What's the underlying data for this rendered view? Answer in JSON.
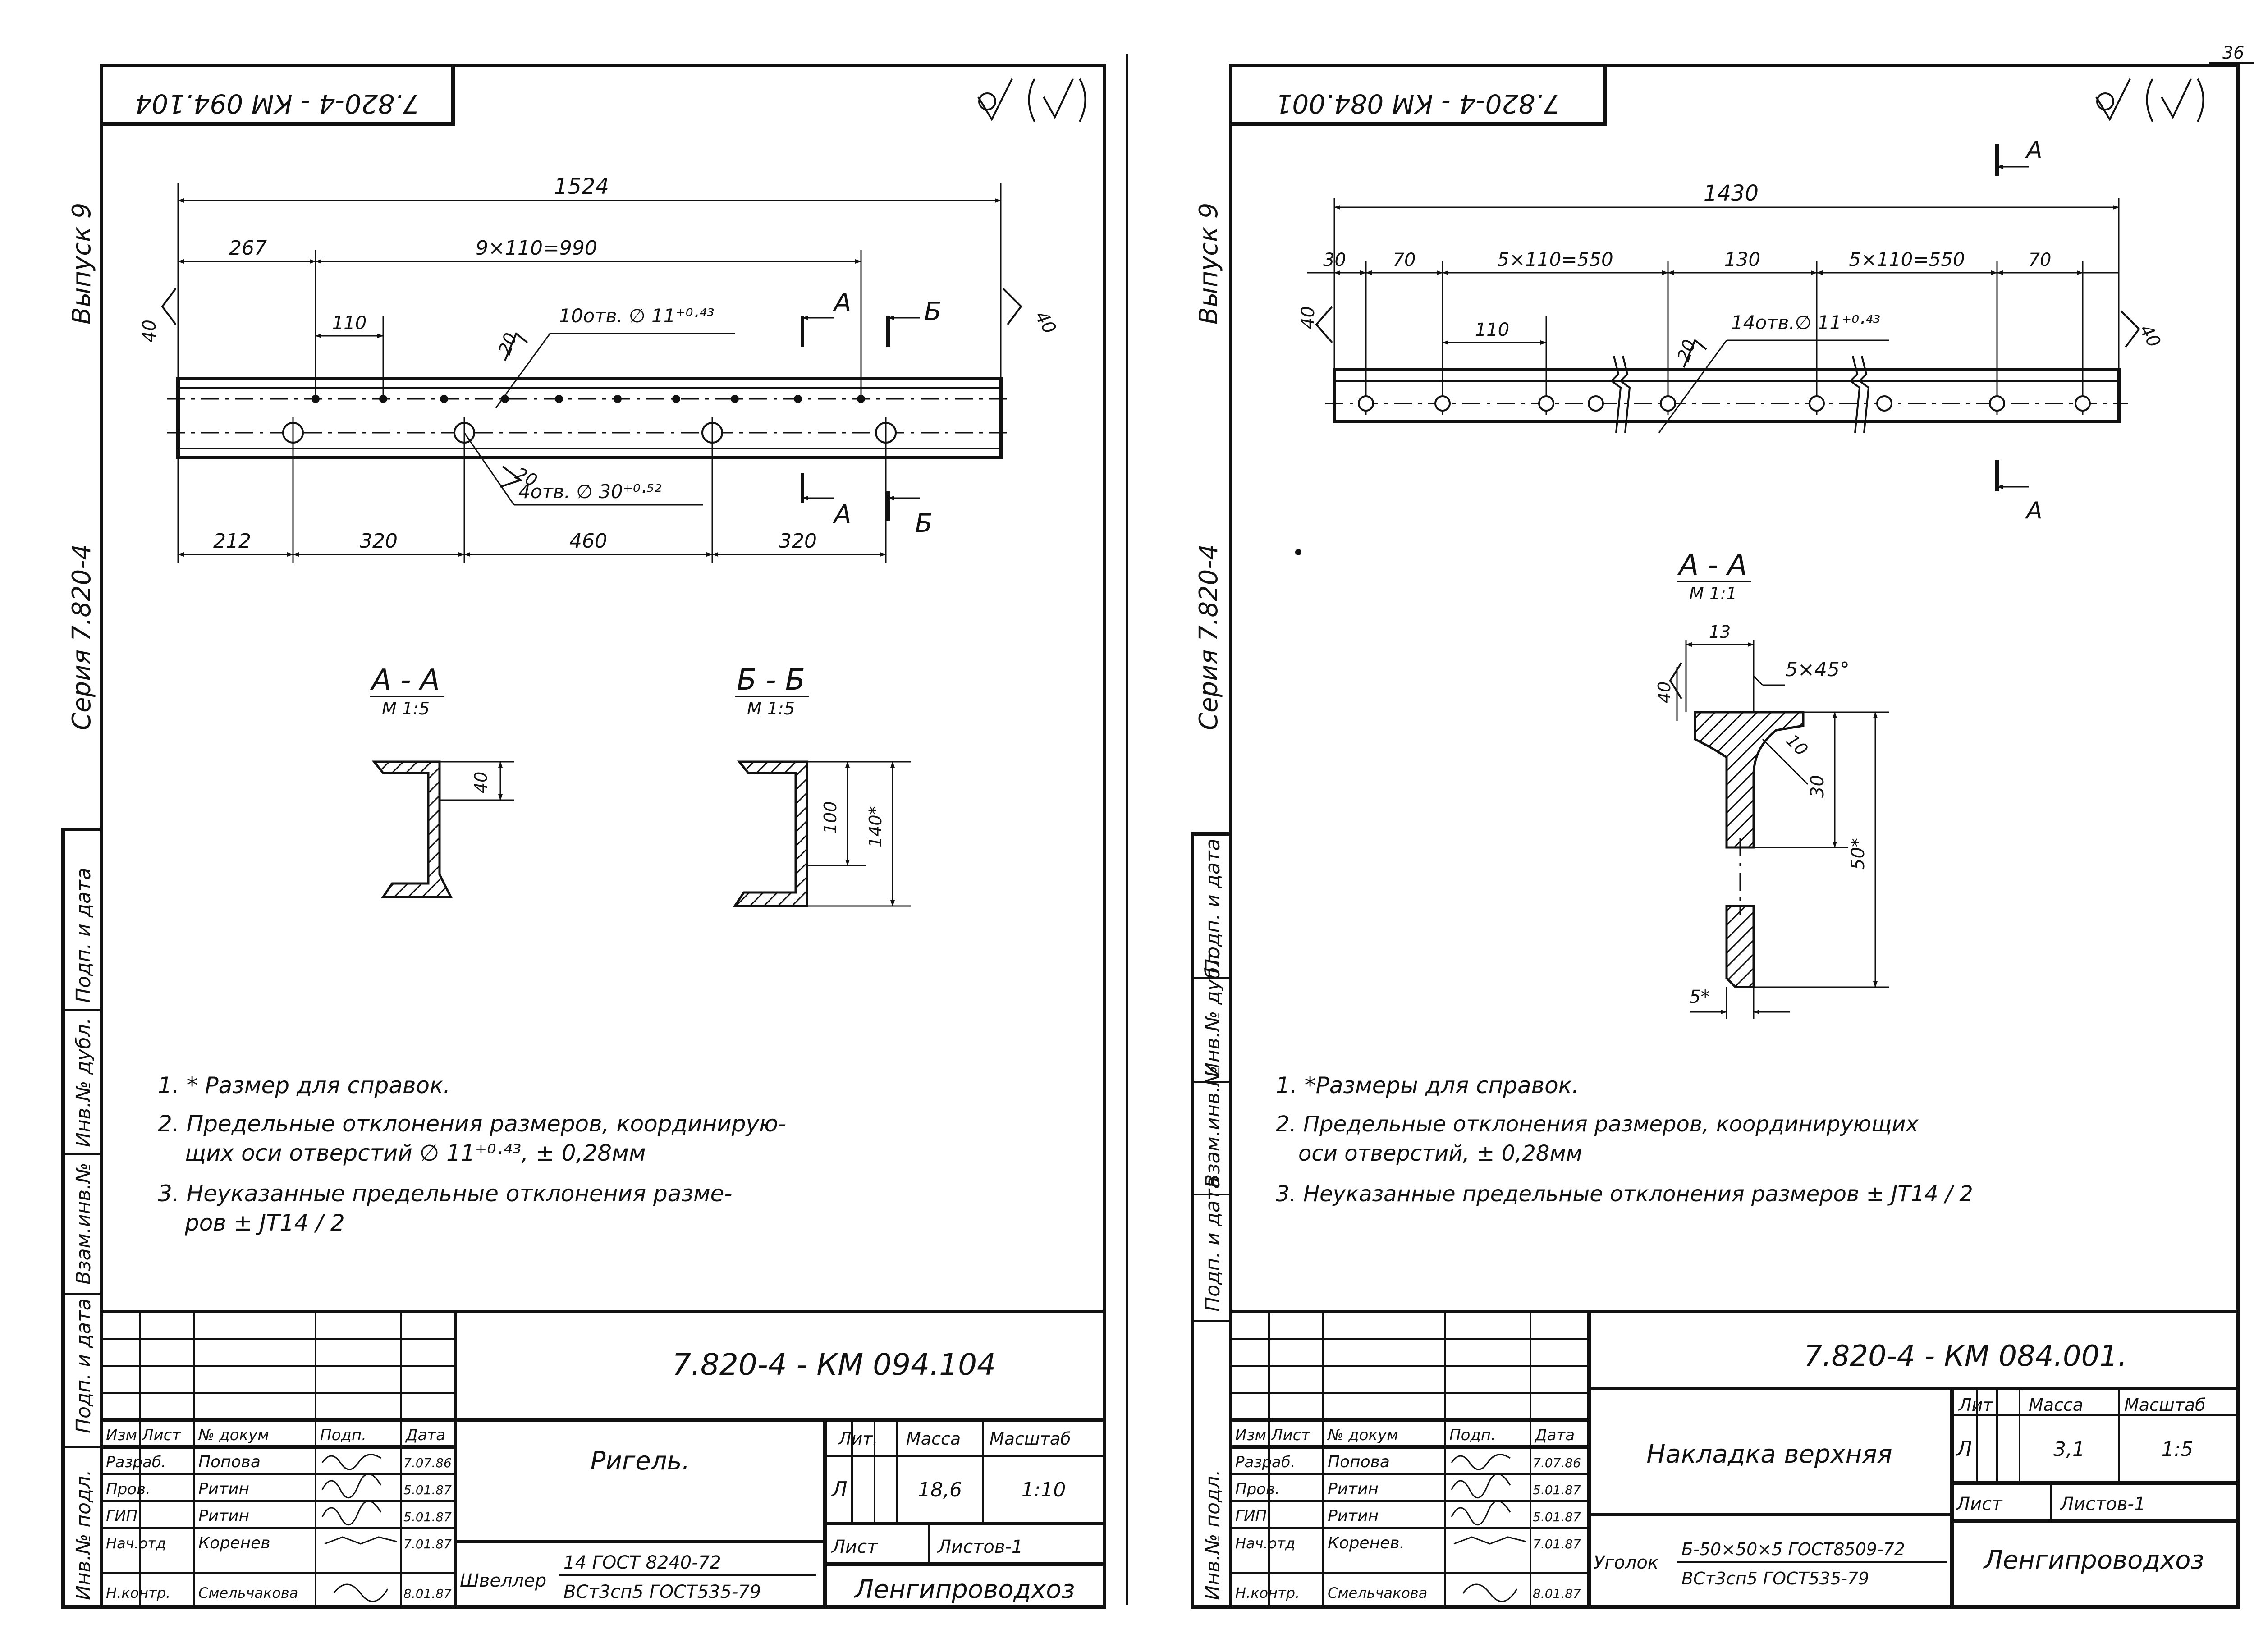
{
  "page_number": "36",
  "left_sheet": {
    "stamp_number_mirrored": "7.820-4 - КМ 094.104",
    "series_label": "Серия 7.820-4",
    "issue_label": "Выпуск 9",
    "side_labels": [
      "Инв.№ подл.",
      "Подп. и дата",
      "Взам.инв.№",
      "Инв.№ дубл.",
      "Подп. и дата"
    ],
    "dims": {
      "overall": "1524",
      "left_offset": "267",
      "hole_chain": "9×110=990",
      "pitch": "110",
      "edge_small": "40",
      "edge_right": "40",
      "edge_20_top": "20",
      "edge_20_bottom": "20",
      "bottom_212": "212",
      "bottom_320a": "320",
      "bottom_460": "460",
      "bottom_320b": "320"
    },
    "callouts": {
      "small_holes": "10отв. ∅ 11⁺⁰·⁴³",
      "large_holes": "4отв. ∅ 30⁺⁰·⁵²"
    },
    "section_marks": {
      "a": "А",
      "b": "Б"
    },
    "sections": [
      {
        "title": "А - А",
        "scale": "М 1:5",
        "dim": "40"
      },
      {
        "title": "Б - Б",
        "scale": "М 1:5",
        "dim_inner": "100",
        "dim_outer": "140*"
      }
    ],
    "notes": [
      "1. * Размер для справок.",
      "2. Предельные отклонения размеров, координирую-",
      "щих оси отверстий ∅ 11⁺⁰·⁴³, ± 0,28мм",
      "3. Неуказанные предельные отклонения разме-",
      "ров ± JT14 / 2"
    ],
    "title_block": {
      "doc_number": "7.820-4 - КМ 094.104",
      "headers": [
        "Изм",
        "Лист",
        "№ докум",
        "Подп.",
        "Дата"
      ],
      "rows": [
        {
          "role": "Разраб.",
          "name": "Попова",
          "date": "7.07.86"
        },
        {
          "role": "Пров.",
          "name": "Ритин",
          "date": "5.01.87"
        },
        {
          "role": "ГИП",
          "name": "Ритин",
          "date": "5.01.87"
        },
        {
          "role": "Нач.отд",
          "name": "Коренев",
          "date": "7.01.87"
        },
        {
          "role": "Н.контр.",
          "name": "Смельчакова",
          "date": "8.01.87"
        }
      ],
      "product_name": "Ригель.",
      "lit_label": "Лит.",
      "mass_label": "Масса",
      "scale_label": "Масштаб",
      "lit_value": "Л",
      "mass_value": "18,6",
      "scale_value": "1:10",
      "sheet_label": "Лист",
      "sheets_label": "Листов-1",
      "material_prefix": "Швеллер",
      "material_top": "14 ГОСТ 8240-72",
      "material_bottom": "ВСт3сп5 ГОСТ535-79",
      "org": "Ленгипроводхоз"
    }
  },
  "right_sheet": {
    "stamp_number_mirrored": "7.820-4 - КМ 084.001",
    "series_label": "Серия 7.820-4",
    "issue_label": "Выпуск 9",
    "side_labels": [
      "Инв.№ подл.",
      "Подп. и дата",
      "Взам.инв.№",
      "Инв.№ дубл.",
      "Подп. и дата"
    ],
    "dims": {
      "overall": "1430",
      "d30": "30",
      "d70a": "70",
      "chain_a": "5×110=550",
      "d130": "130",
      "chain_b": "5×110=550",
      "d70b": "70",
      "pitch": "110",
      "edge_40": "40",
      "edge_40r": "40",
      "edge_20": "20"
    },
    "callouts": {
      "holes": "14отв.∅ 11⁺⁰·⁴³"
    },
    "section_marks": {
      "a": "А"
    },
    "section": {
      "title": "А - А",
      "scale": "М 1:1",
      "d13": "13",
      "chamfer": "5×45°",
      "d40": "40",
      "d10": "10",
      "d30": "30",
      "d50": "50*",
      "d5": "5*"
    },
    "notes": [
      "1. *Размеры для справок.",
      "2. Предельные отклонения размеров, координирующих",
      "оси отверстий, ± 0,28мм",
      "3. Неуказанные предельные отклонения размеров ± JT14 / 2"
    ],
    "title_block": {
      "doc_number": "7.820-4 - КМ 084.001.",
      "headers": [
        "Изм",
        "Лист",
        "№ докум",
        "Подп.",
        "Дата"
      ],
      "rows": [
        {
          "role": "Разраб.",
          "name": "Попова",
          "date": "7.07.86"
        },
        {
          "role": "Пров.",
          "name": "Ритин",
          "date": "5.01.87"
        },
        {
          "role": "ГИП",
          "name": "Ритин",
          "date": "5.01.87"
        },
        {
          "role": "Нач.отд",
          "name": "Коренев.",
          "date": "7.01.87"
        },
        {
          "role": "Н.контр.",
          "name": "Смельчакова",
          "date": "8.01.87"
        }
      ],
      "product_name": "Накладка верхняя",
      "lit_label": "Лит",
      "mass_label": "Масса",
      "scale_label": "Масштаб",
      "lit_value": "Л",
      "mass_value": "3,1",
      "scale_value": "1:5",
      "sheet_label": "Лист",
      "sheets_label": "Листов-1",
      "material_prefix": "Уголок",
      "material_top": "Б-50×50×5 ГОСТ8509-72",
      "material_bottom": "ВСт3сп5 ГОСТ535-79",
      "org": "Ленгипроводхоз"
    }
  }
}
